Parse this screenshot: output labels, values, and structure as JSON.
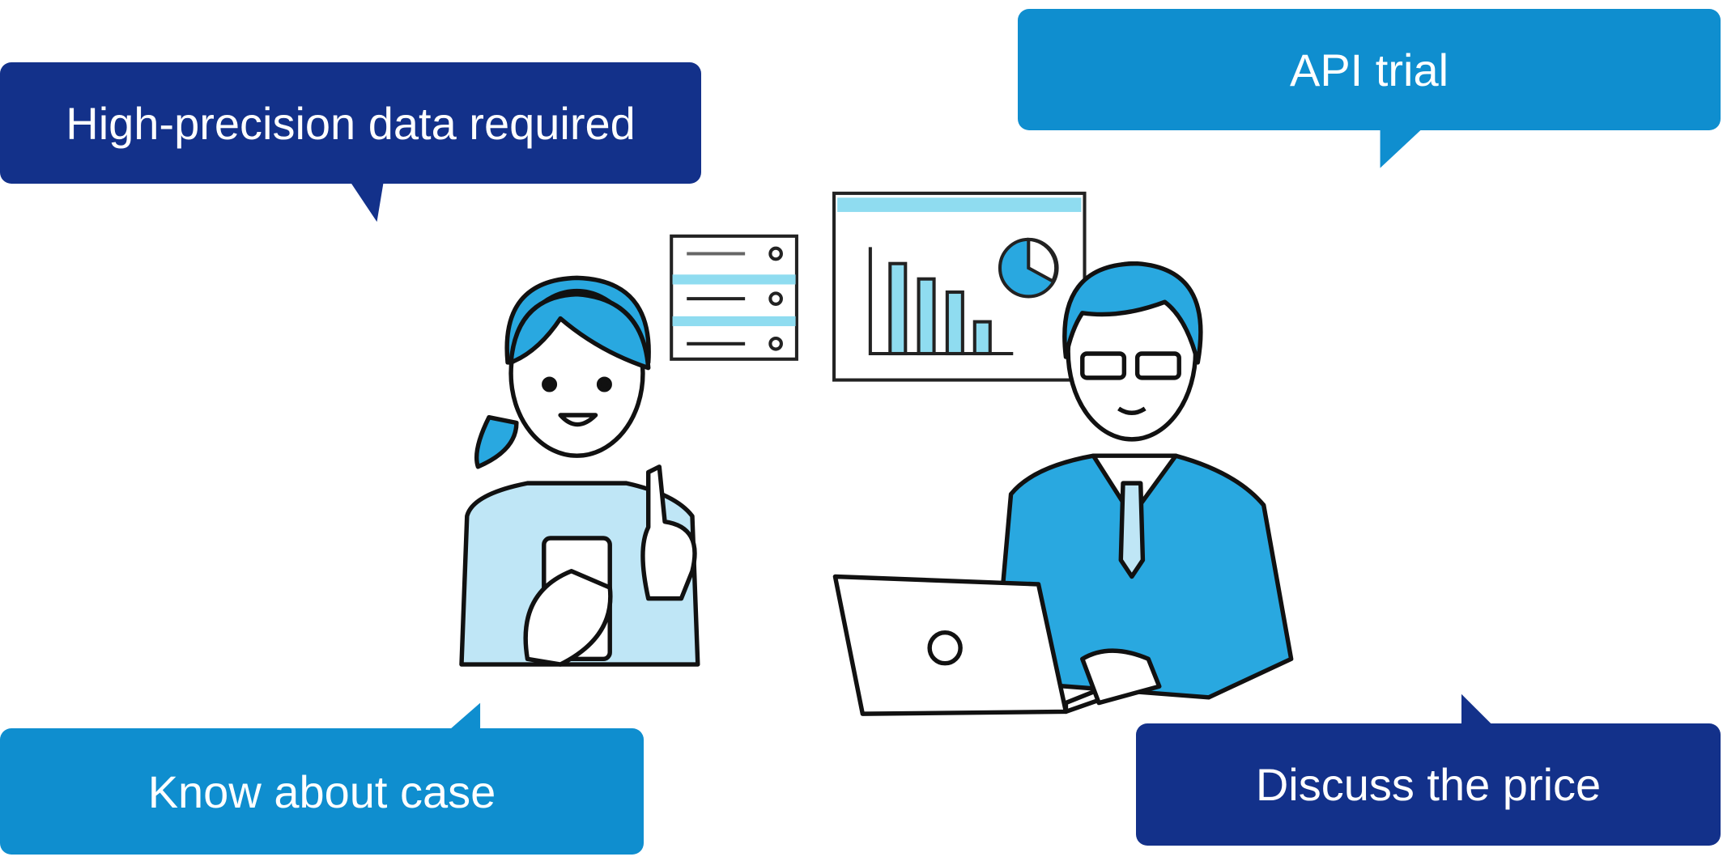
{
  "bubbles": {
    "high_precision": "High-precision data required",
    "api_trial": "API trial",
    "know_case": "Know about case",
    "discuss_price": "Discuss the price"
  },
  "colors": {
    "dark_blue": "#13318a",
    "light_blue": "#0f8ecf",
    "figure_blue": "#29a8e0"
  }
}
